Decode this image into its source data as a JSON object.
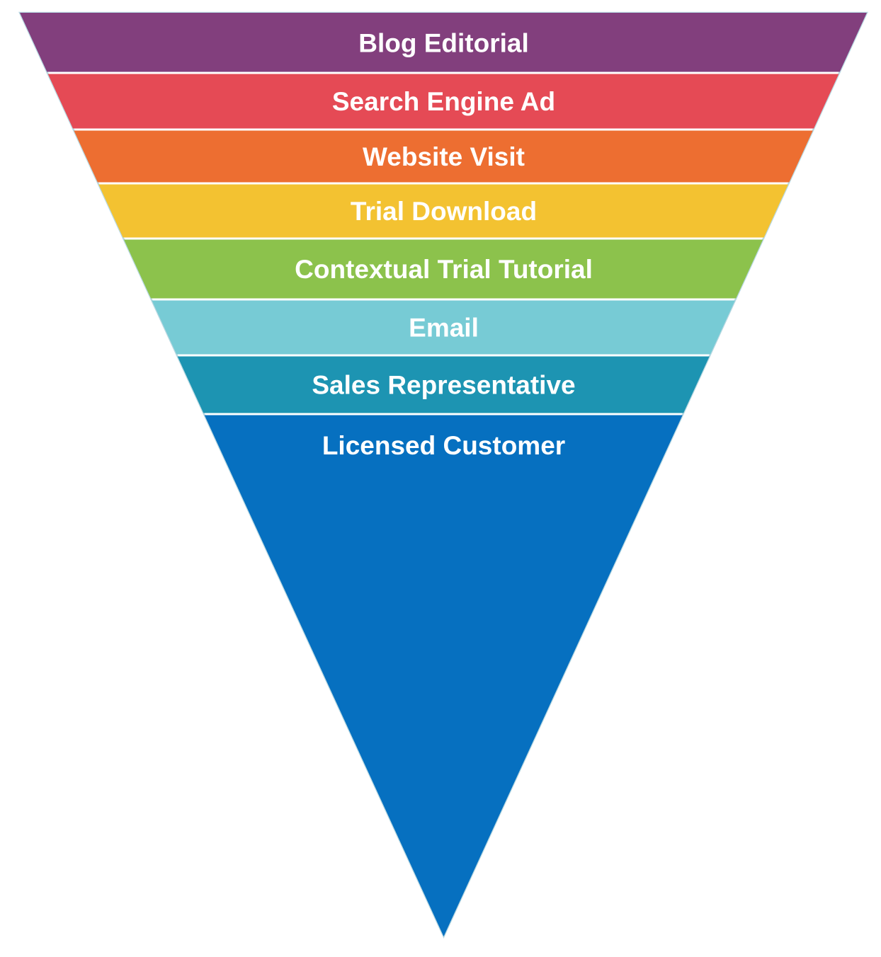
{
  "page": {
    "background": "#ffffff"
  },
  "funnel": {
    "text_color": "#ffffff",
    "outline_color": "#b9d9e2",
    "separator_color": "#ffffff",
    "levels": [
      {
        "label": "Blog Editorial",
        "color": "#823F7D"
      },
      {
        "label": "Search Engine Ad",
        "color": "#E54A55"
      },
      {
        "label": "Website Visit",
        "color": "#ED6E31"
      },
      {
        "label": "Trial Download",
        "color": "#F3C231"
      },
      {
        "label": "Contextual Trial Tutorial",
        "color": "#8CC24C"
      },
      {
        "label": "Email",
        "color": "#77CBD5"
      },
      {
        "label": "Sales Representative",
        "color": "#1D94B2"
      },
      {
        "label": "Licensed Customer",
        "color": "#0670C0"
      }
    ]
  },
  "chart_data": {
    "type": "funnel",
    "title": "",
    "categories": [
      "Blog Editorial",
      "Search Engine Ad",
      "Website Visit",
      "Trial Download",
      "Contextual Trial Tutorial",
      "Email",
      "Sales Representative",
      "Licensed Customer"
    ],
    "colors": [
      "#823F7D",
      "#E54A55",
      "#ED6E31",
      "#F3C231",
      "#8CC24C",
      "#77CBD5",
      "#1D94B2",
      "#0670C0"
    ],
    "orientation": "inverted",
    "legend": "none",
    "grid": false
  }
}
